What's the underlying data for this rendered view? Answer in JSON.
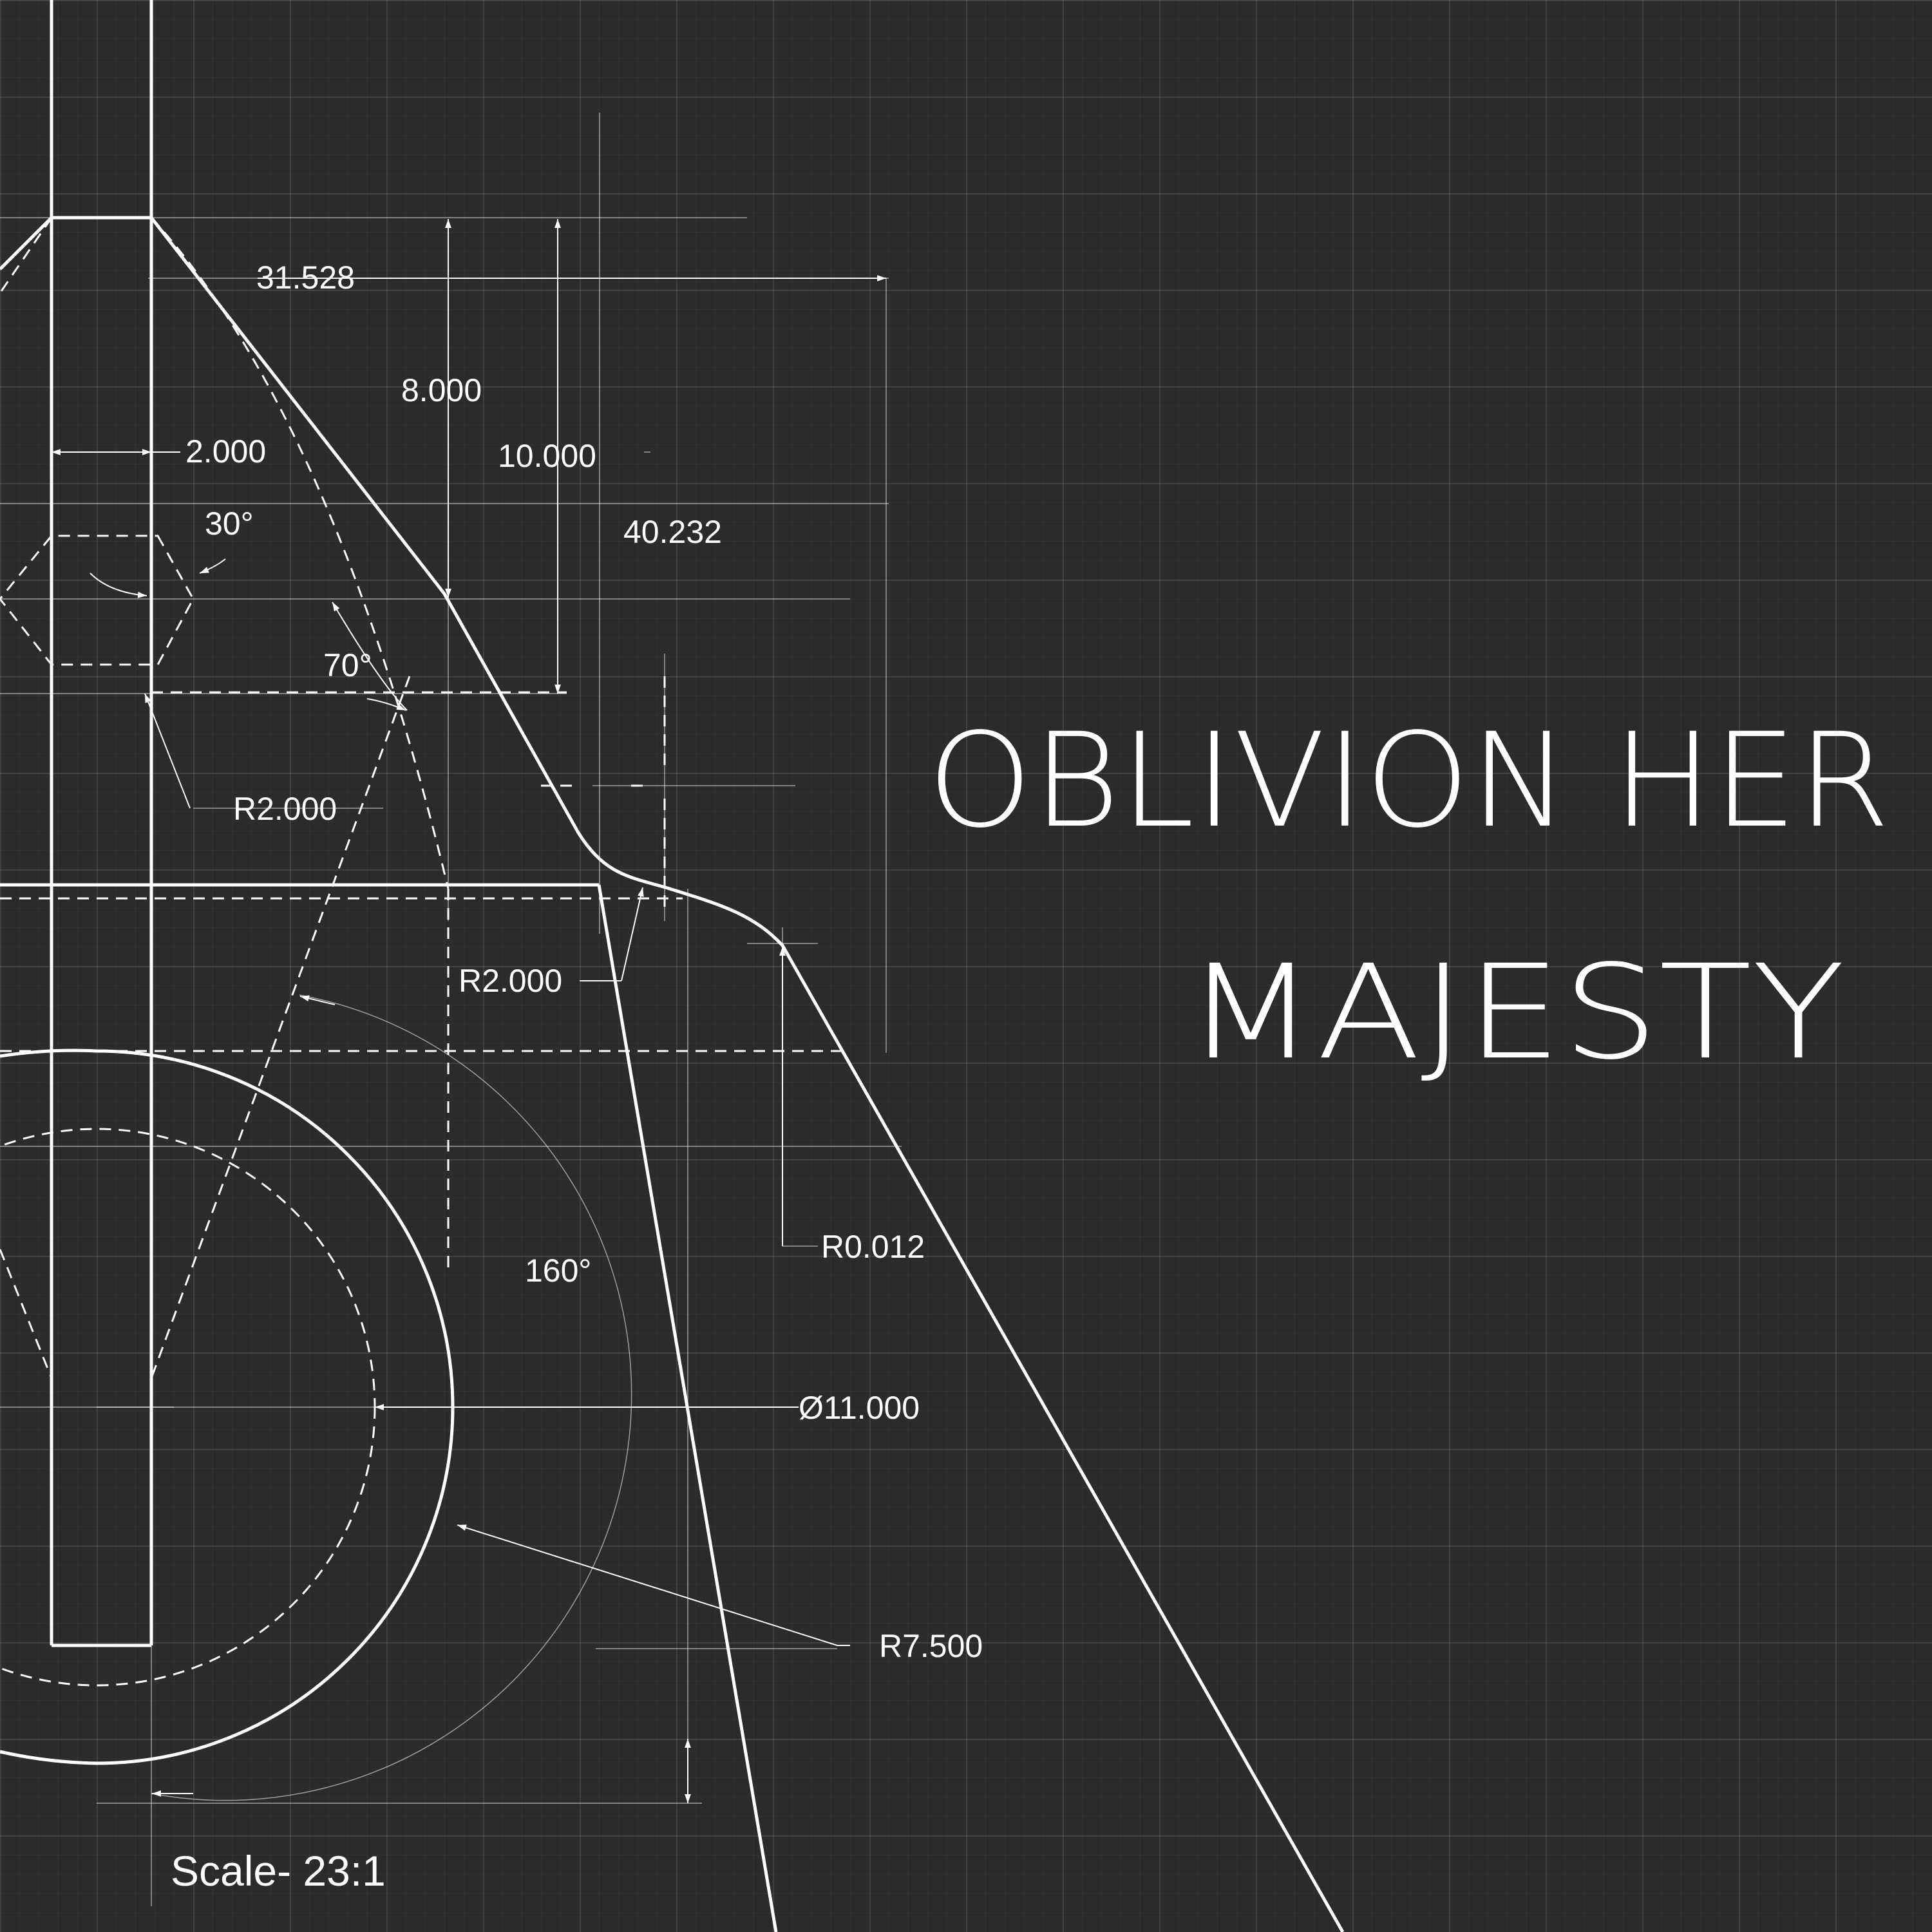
{
  "title": {
    "line1": "OBLIVION HER",
    "line2": "MAJESTY"
  },
  "scale_label": "Scale- 23:1",
  "dimensions": {
    "width_top": "31.528",
    "height_8": "8.000",
    "gap_2": "2.000",
    "height_10": "10.000",
    "width_40": "40.232",
    "angle_30": "30°",
    "angle_70": "70°",
    "radius_upper": "R2.000",
    "radius_mid": "R2.000",
    "radius_small": "R0.012",
    "angle_160": "160°",
    "diameter": "Ø11.000",
    "radius_large": "R7.500"
  },
  "colors": {
    "background": "#2b2b2b",
    "lines": "#ffffff"
  }
}
